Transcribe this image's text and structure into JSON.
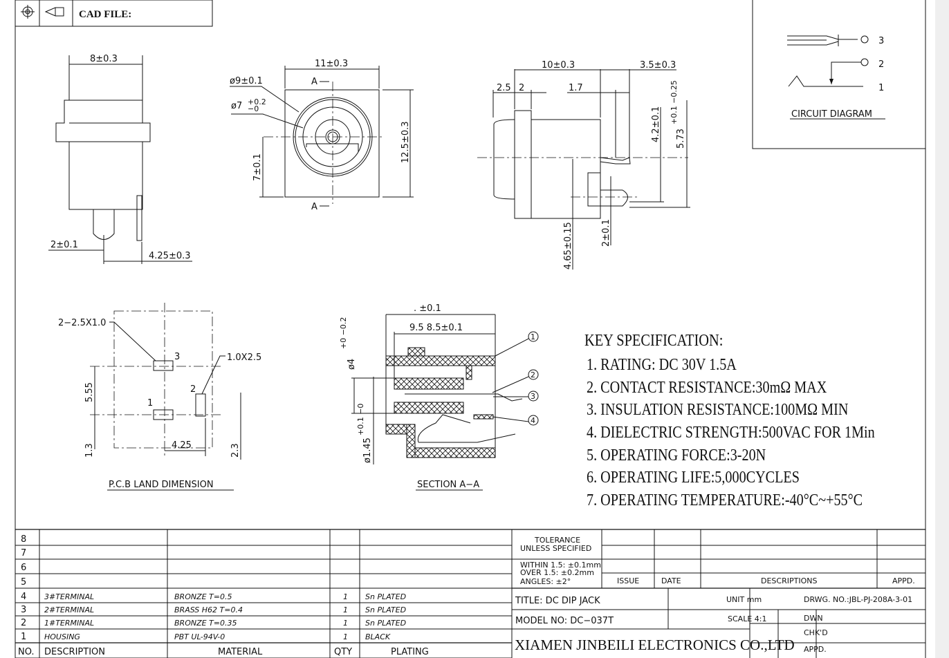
{
  "header": {
    "cad_label": "CAD FILE:",
    "icons": [
      "projection-symbol-icon",
      "cone-symbol-icon"
    ]
  },
  "circuit": {
    "title": "CIRCUIT DIAGRAM",
    "pins": [
      "3",
      "2",
      "1"
    ]
  },
  "front_view": {
    "width": "8±0.3",
    "pin_offset": "2±0.1",
    "pin_span": "4.25±0.3"
  },
  "top_view": {
    "width": "11±0.3",
    "outer_dia": "ø9±0.1",
    "inner_dia": "ø7",
    "inner_tol_plus": "+0.2",
    "inner_tol_minus": "−0",
    "height": "12.5±0.3",
    "center_height": "7±0.1",
    "section_mark": "A"
  },
  "side_view": {
    "body_length": "10±0.3",
    "pin_length": "3.5±0.3",
    "dim_a": "2.5",
    "dim_b": "2",
    "dim_c": "1.7",
    "dim_d": "4.2±0.1",
    "dim_e": "5.73",
    "dim_e_tol": "+0.1 −0.25",
    "dim_f": "4.65±0.15",
    "dim_g": "2±0.1"
  },
  "pcb": {
    "title": "P.C.B LAND DIMENSION",
    "hole_note": "2−2.5X1.0",
    "slot_note": "1.0X2.5",
    "pins": [
      "3",
      "2",
      "1"
    ],
    "dim_v1": "5.55",
    "dim_v2": "1.3",
    "dim_h": "4.25",
    "dim_v3": "2.3"
  },
  "section": {
    "title": "SECTION A−A",
    "dim_top": ". ±0.1",
    "dim_mid": "9.5 8.5±0.1",
    "dia_1": "ø4",
    "dia_1_tol": "+0 −0.2",
    "dia_2": "ø1.45",
    "dia_2_tol": "+0.1 −0",
    "callouts": [
      "1",
      "2",
      "3",
      "4"
    ]
  },
  "key_spec": {
    "title": "KEY SPECIFICATION:",
    "items": [
      "1. RATING: DC 30V   1.5A",
      "2. CONTACT RESISTANCE:30mΩ MAX",
      "3. INSULATION RESISTANCE:100MΩ MIN",
      "4. DIELECTRIC STRENGTH:500VAC FOR 1Min",
      "5. OPERATING FORCE:3-20N",
      "6. OPERATING LIFE:5,000CYCLES",
      "7. OPERATING TEMPERATURE:-40°C~+55°C"
    ]
  },
  "bom": {
    "headers": [
      "NO.",
      "DESCRIPTION",
      "MATERIAL",
      "QTY",
      "PLATING"
    ],
    "rows": [
      [
        "8",
        "",
        "",
        "",
        ""
      ],
      [
        "7",
        "",
        "",
        "",
        ""
      ],
      [
        "6",
        "",
        "",
        "",
        ""
      ],
      [
        "5",
        "",
        "",
        "",
        ""
      ],
      [
        "4",
        "3#TERMINAL",
        "BRONZE T=0.5",
        "1",
        "Sn PLATED"
      ],
      [
        "3",
        "2#TERMINAL",
        "BRASS H62 T=0.4",
        "1",
        "Sn PLATED"
      ],
      [
        "2",
        "1#TERMINAL",
        "BRONZE T=0.35",
        "1",
        "Sn PLATED"
      ],
      [
        "1",
        "HOUSING",
        "PBT UL-94V-0",
        "1",
        "BLACK"
      ]
    ]
  },
  "title_block": {
    "tolerance_1": "TOLERANCE",
    "tolerance_2": "UNLESS SPECIFIED",
    "within": "WITHIN 1.5: ±0.1mm",
    "over": "OVER 1.5:  ±0.2mm",
    "angles": "ANGLES: ±2°",
    "issue": "ISSUE",
    "date": "DATE",
    "descriptions": "DESCRIPTIONS",
    "appd": "APPD.",
    "title": "TITLE: DC DIP JACK",
    "unit": "UNIT mm",
    "drawing_no": "DRWG. NO.:JBL-PJ-208A-3-01",
    "model": "MODEL NO: DC−037T",
    "scale": "SCALE 4:1",
    "dwn": "DWN",
    "chkd": "CHK'D",
    "appd2": "APPD.",
    "company": "XIAMEN JINBEILI ELECTRONICS CO.,LTD"
  }
}
